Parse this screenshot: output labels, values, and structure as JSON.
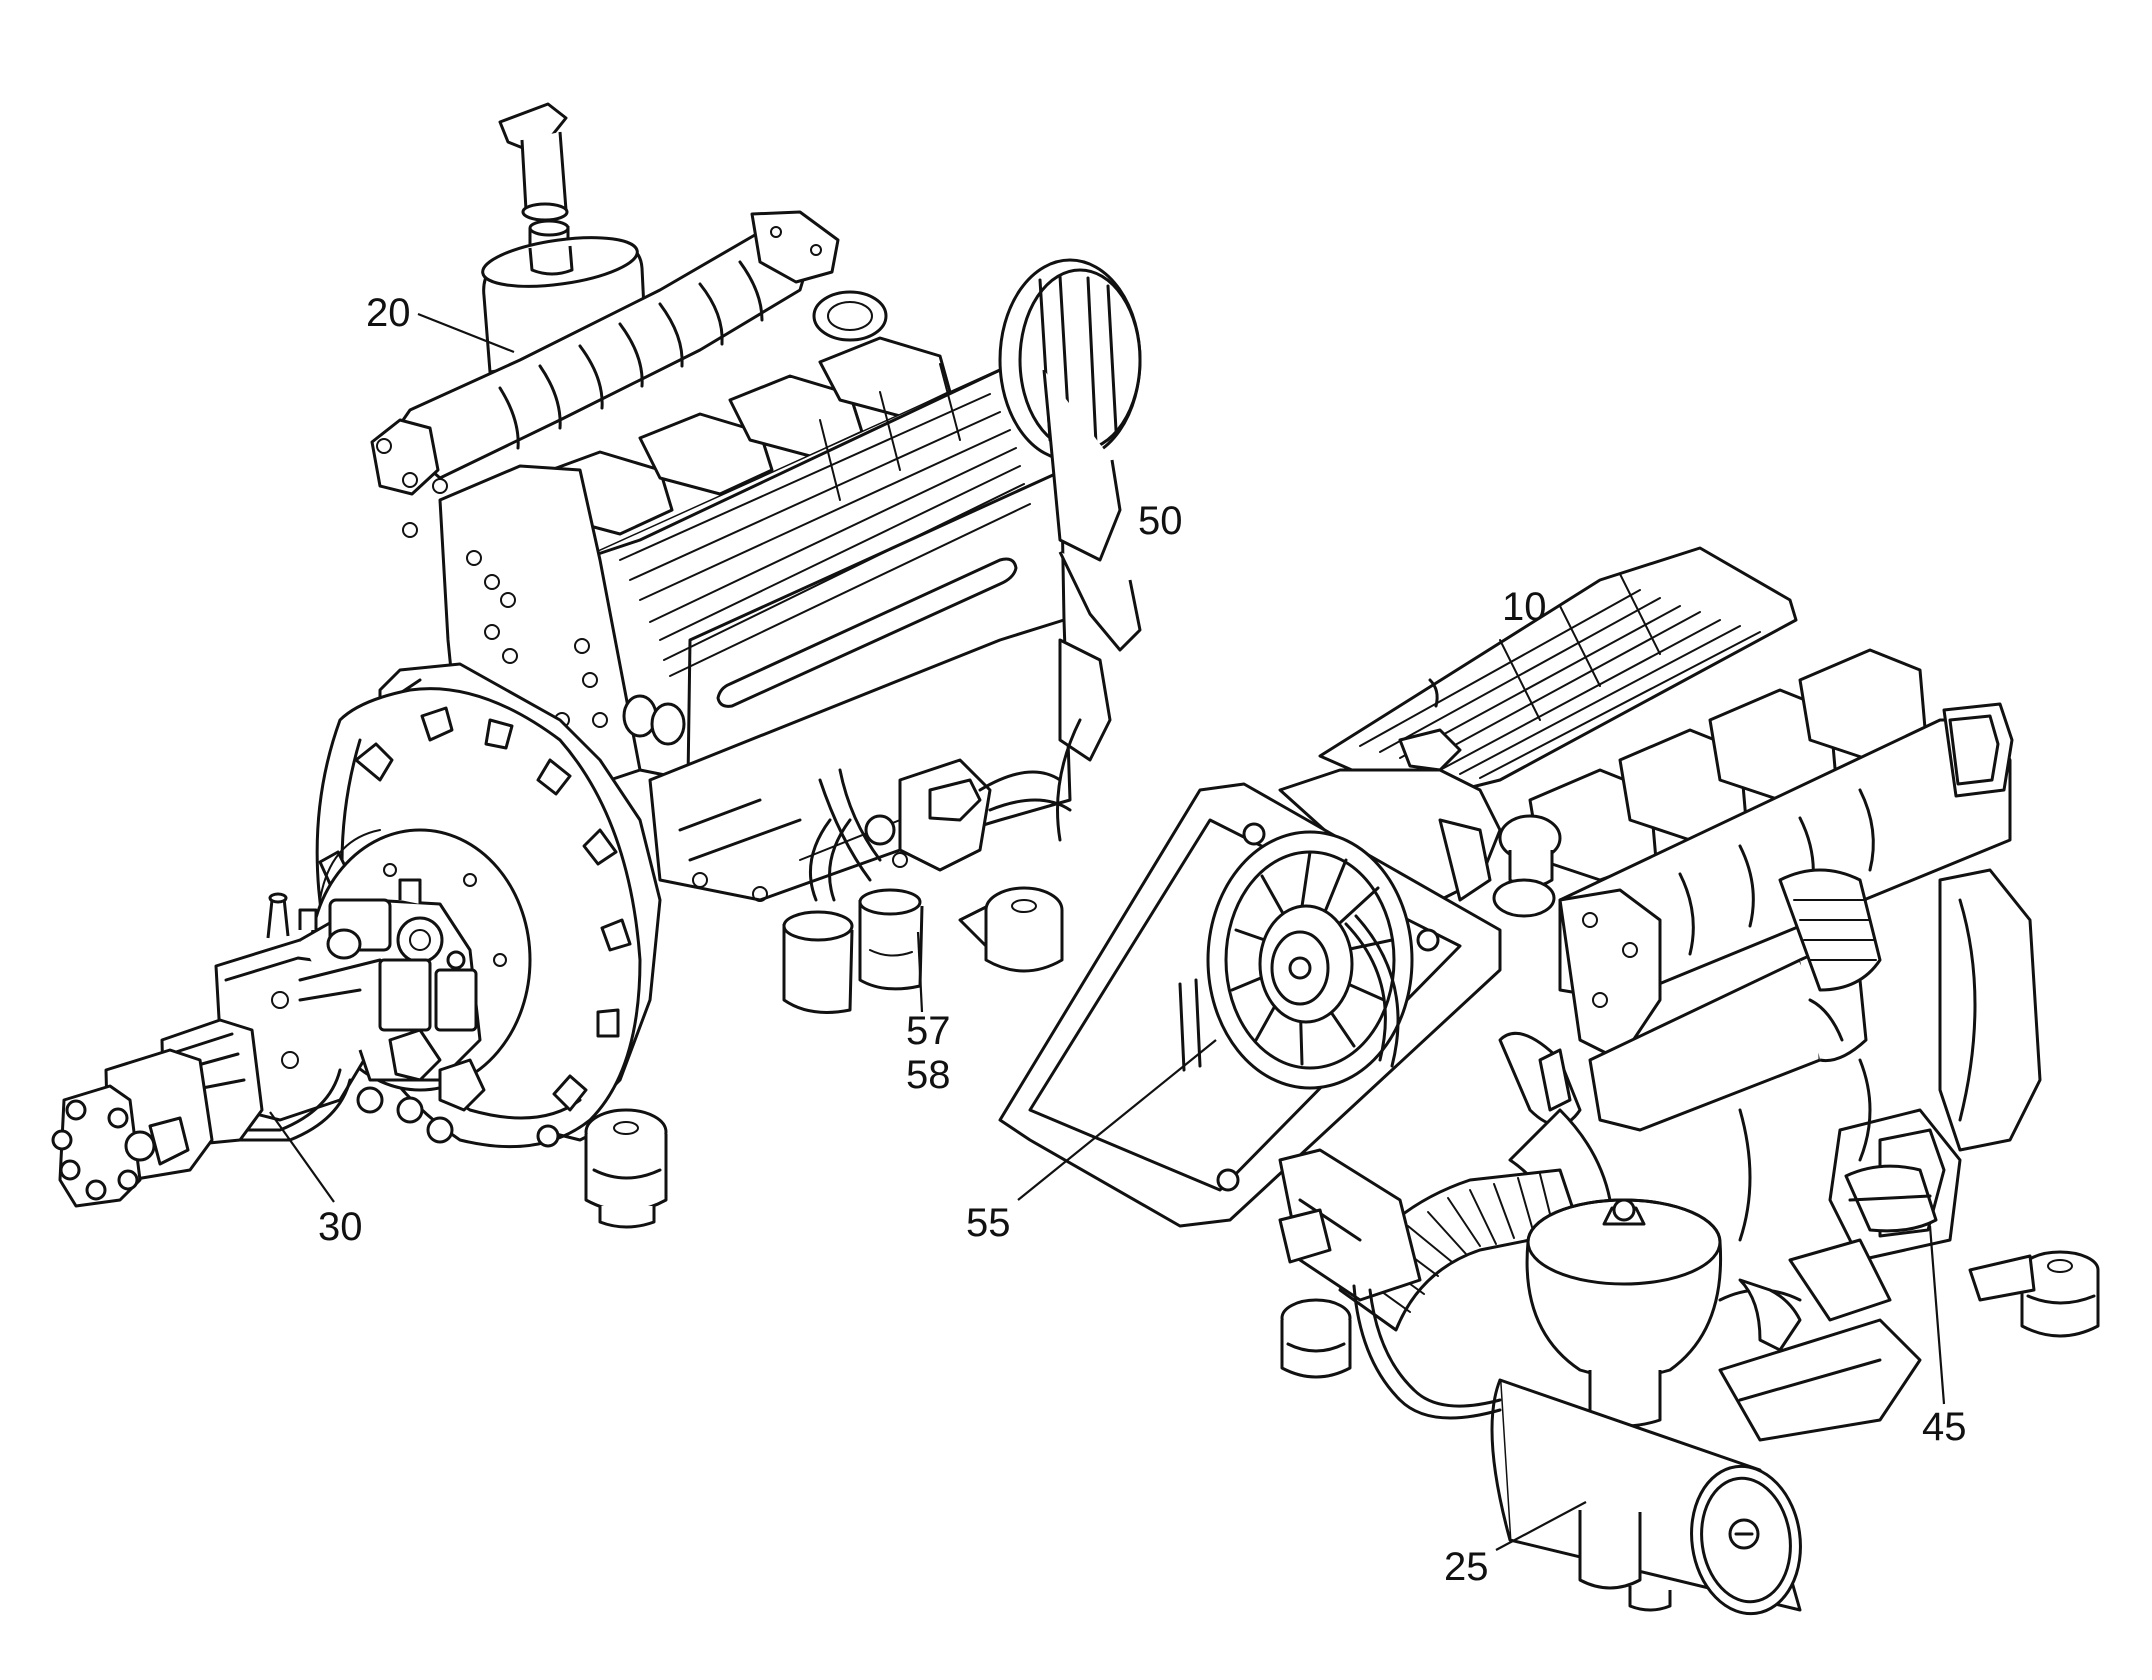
{
  "callouts": [
    {
      "id": "c10",
      "label": "10"
    },
    {
      "id": "c20",
      "label": "20"
    },
    {
      "id": "c25",
      "label": "25"
    },
    {
      "id": "c30",
      "label": "30"
    },
    {
      "id": "c45",
      "label": "45"
    },
    {
      "id": "c50",
      "label": "50"
    },
    {
      "id": "c55",
      "label": "55"
    },
    {
      "id": "c57",
      "label": "57"
    },
    {
      "id": "c58",
      "label": "58"
    }
  ],
  "colors": {
    "ink": "#111111",
    "paper": "#ffffff"
  }
}
